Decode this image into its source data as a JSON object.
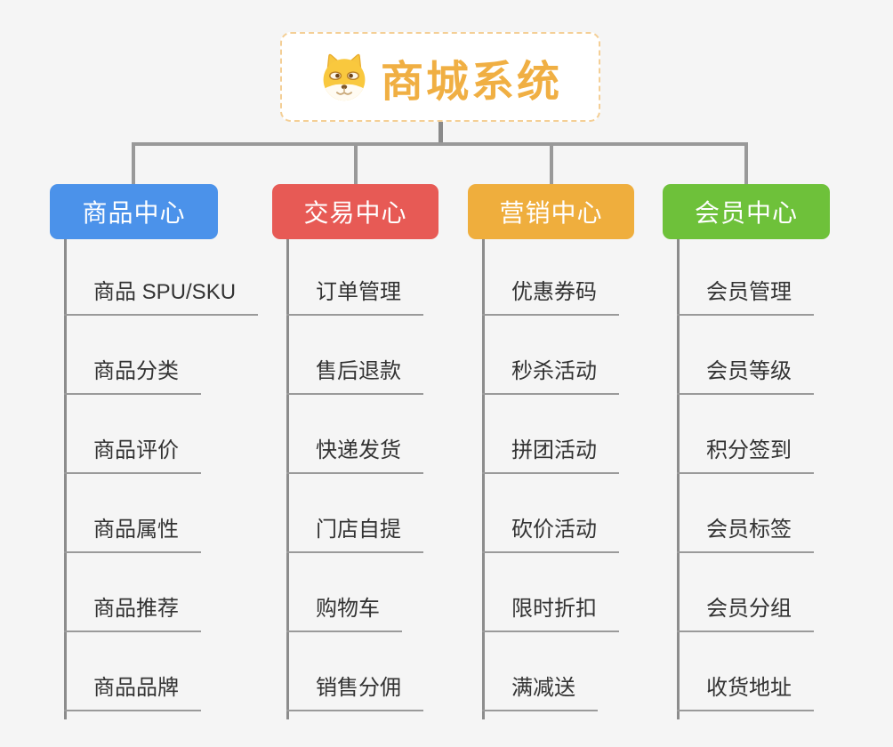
{
  "root": {
    "title": "商城系统",
    "icon": "dog-icon"
  },
  "branches": [
    {
      "label": "商品中心",
      "color": "#4b92ea",
      "items": [
        "商品 SPU/SKU",
        "商品分类",
        "商品评价",
        "商品属性",
        "商品推荐",
        "商品品牌"
      ]
    },
    {
      "label": "交易中心",
      "color": "#e75a55",
      "items": [
        "订单管理",
        "售后退款",
        "快递发货",
        "门店自提",
        "购物车",
        "销售分佣"
      ]
    },
    {
      "label": "营销中心",
      "color": "#efae3d",
      "items": [
        "优惠券码",
        "秒杀活动",
        "拼团活动",
        "砍价活动",
        "限时折扣",
        "满减送"
      ]
    },
    {
      "label": "会员中心",
      "color": "#6ec13a",
      "items": [
        "会员管理",
        "会员等级",
        "积分签到",
        "会员标签",
        "会员分组",
        "收货地址"
      ]
    }
  ],
  "colors": {
    "background": "#f5f5f5",
    "connector": "#999999",
    "child_line": "#8c8c8c",
    "underline": "#9a9a9a",
    "root_border": "#f4cf96",
    "root_text": "#f0af43",
    "item_text": "#333333"
  }
}
